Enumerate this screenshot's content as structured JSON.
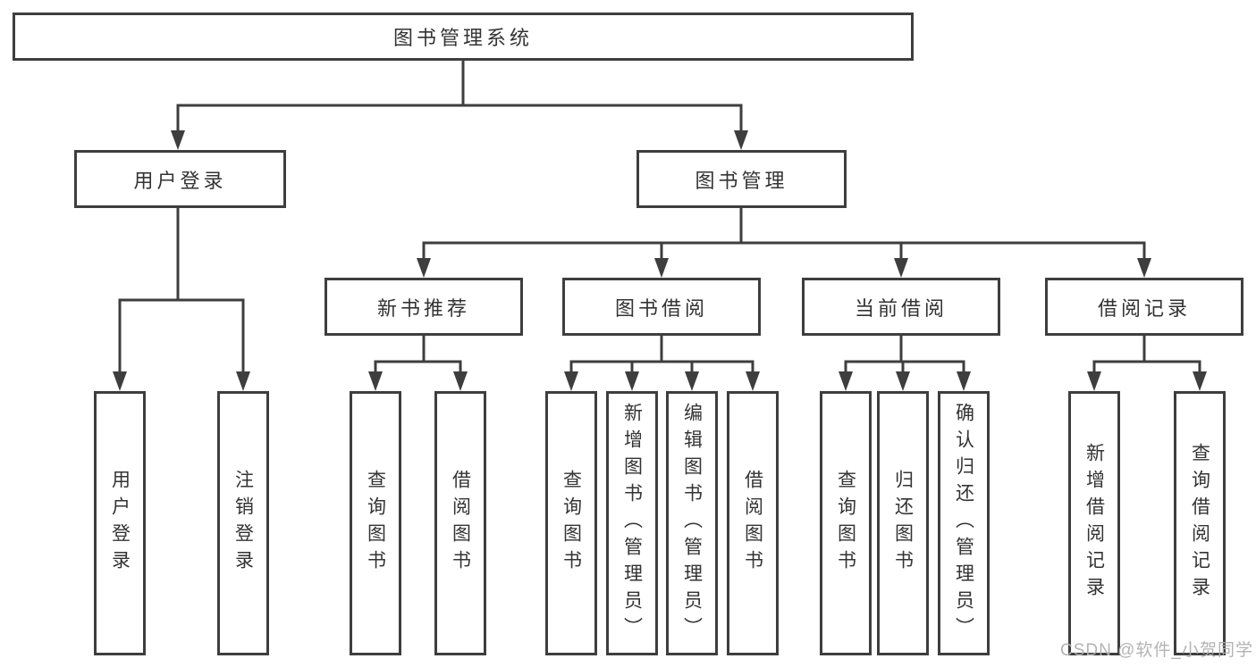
{
  "colors": {
    "background": "#ffffff",
    "line": "#3e3e3e",
    "box_border": "#3e3e3e",
    "text": "#333333",
    "watermark": "#b0b0b0"
  },
  "watermark": {
    "text": "CSDN @软件_小贺同学"
  },
  "diagram": {
    "type": "tree-functional-structure",
    "nodes": {
      "root": {
        "label": "图书管理系统"
      },
      "user_login": {
        "label": "用户登录"
      },
      "book_mgmt": {
        "label": "图书管理"
      },
      "new_book_rec": {
        "label": "新书推荐"
      },
      "book_borrow": {
        "label": "图书借阅"
      },
      "current_borrow": {
        "label": "当前借阅"
      },
      "borrow_record": {
        "label": "借阅记录"
      },
      "login_user": {
        "label": "用户登录"
      },
      "logout_user": {
        "label": "注销登录"
      },
      "rec_query": {
        "label": "查询图书"
      },
      "rec_borrow": {
        "label": "借阅图书"
      },
      "bb_query": {
        "label": "查询图书"
      },
      "bb_add": {
        "label": "新增图书（管理员）"
      },
      "bb_edit": {
        "label": "编辑图书（管理员）"
      },
      "bb_borrow": {
        "label": "借阅图书"
      },
      "cb_query": {
        "label": "查询图书"
      },
      "cb_return": {
        "label": "归还图书"
      },
      "cb_confirm": {
        "label": "确认归还（管理员）"
      },
      "br_add": {
        "label": "新增借阅记录"
      },
      "br_query": {
        "label": "查询借阅记录"
      }
    },
    "hierarchy": {
      "图书管理系统": {
        "用户登录": [
          "用户登录",
          "注销登录"
        ],
        "图书管理": {
          "新书推荐": [
            "查询图书",
            "借阅图书"
          ],
          "图书借阅": [
            "查询图书",
            "新增图书（管理员）",
            "编辑图书（管理员）",
            "借阅图书"
          ],
          "当前借阅": [
            "查询图书",
            "归还图书",
            "确认归还（管理员）"
          ],
          "借阅记录": [
            "新增借阅记录",
            "查询借阅记录"
          ]
        }
      }
    }
  }
}
